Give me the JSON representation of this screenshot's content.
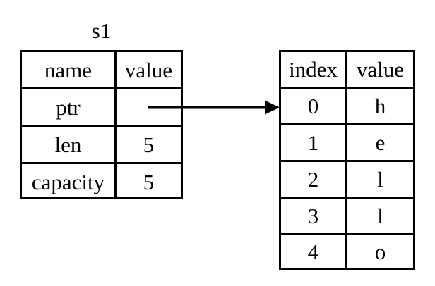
{
  "diagram": {
    "title_label": "s1",
    "struct_table": {
      "name": "struct-table",
      "headers": [
        "name",
        "value"
      ],
      "rows": [
        {
          "name": "ptr",
          "value": ""
        },
        {
          "name": "len",
          "value": "5"
        },
        {
          "name": "capacity",
          "value": "5"
        }
      ]
    },
    "buffer_table": {
      "name": "buffer-table",
      "headers": [
        "index",
        "value"
      ],
      "rows": [
        {
          "index": "0",
          "value": "h"
        },
        {
          "index": "1",
          "value": "e"
        },
        {
          "index": "2",
          "value": "l"
        },
        {
          "index": "3",
          "value": "l"
        },
        {
          "index": "4",
          "value": "o"
        }
      ]
    },
    "pointer_arrow": {
      "icon": "arrow-right-icon",
      "from": "struct-table.ptr.value",
      "to": "buffer-table.row.0"
    },
    "colors": {
      "background": "#ffffff",
      "border": "#000000",
      "text": "#000000",
      "arrow": "#000000"
    }
  }
}
